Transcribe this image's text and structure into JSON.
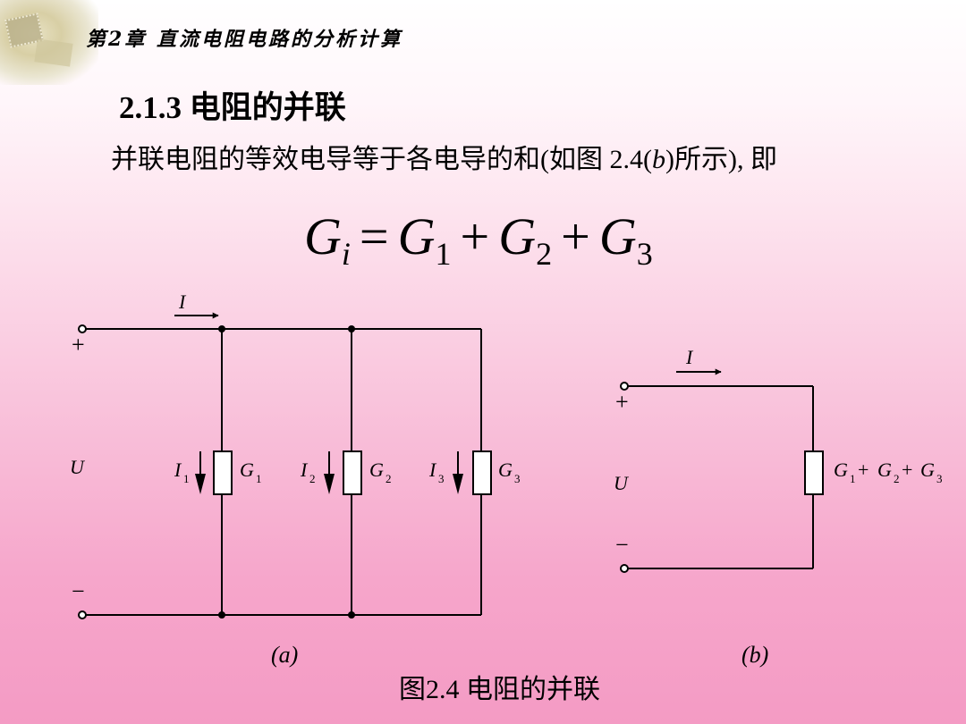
{
  "header": {
    "chapter_title": "第2章  直流电阻电路的分析计算"
  },
  "section": {
    "heading": "2.1.3  电阻的并联"
  },
  "intro": {
    "text_before": "并联电阻的等效电导等于各电导的和(如图 2.4(",
    "text_italic": "b",
    "text_after": ")所示), 即"
  },
  "formula": {
    "lhs_symbol": "G",
    "lhs_sub": "i",
    "equals": "=",
    "term1_symbol": "G",
    "term1_sub": "1",
    "plus1": "+",
    "term2_symbol": "G",
    "term2_sub": "2",
    "plus2": "+",
    "term3_symbol": "G",
    "term3_sub": "3"
  },
  "figure_a": {
    "current_label": "I",
    "plus_sign": "+",
    "minus_sign": "−",
    "voltage_label": "U",
    "branches": [
      {
        "current": "I",
        "current_sub": "1",
        "conductance": "G",
        "conductance_sub": "1"
      },
      {
        "current": "I",
        "current_sub": "2",
        "conductance": "G",
        "conductance_sub": "2"
      },
      {
        "current": "I",
        "current_sub": "3",
        "conductance": "G",
        "conductance_sub": "3"
      }
    ],
    "caption": "(a)"
  },
  "figure_b": {
    "current_label": "I",
    "plus_sign": "+",
    "minus_sign": "−",
    "voltage_label": "U",
    "equivalent_label": {
      "g1": "G",
      "s1": "1",
      "p1": "+",
      "g2": "G",
      "s2": "2",
      "p2": "+",
      "g3": "G",
      "s3": "3"
    },
    "caption": "(b)"
  },
  "caption": {
    "text": "图2.4  电阻的并联"
  }
}
